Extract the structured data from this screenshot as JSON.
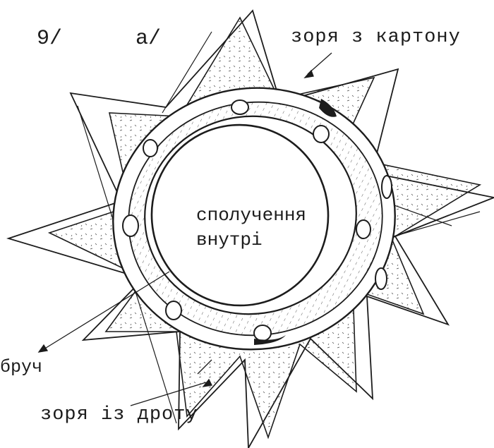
{
  "labels": {
    "figure_number": "9/",
    "figure_letter": "а/",
    "cardboard_star": "зоря з картону",
    "center_line1": "сполучення",
    "center_line2": "внутрі",
    "hoop": "бруч",
    "wire_star": "зоря із дроту"
  },
  "colors": {
    "ink": "#1c1c1c",
    "paper": "#ffffff"
  }
}
